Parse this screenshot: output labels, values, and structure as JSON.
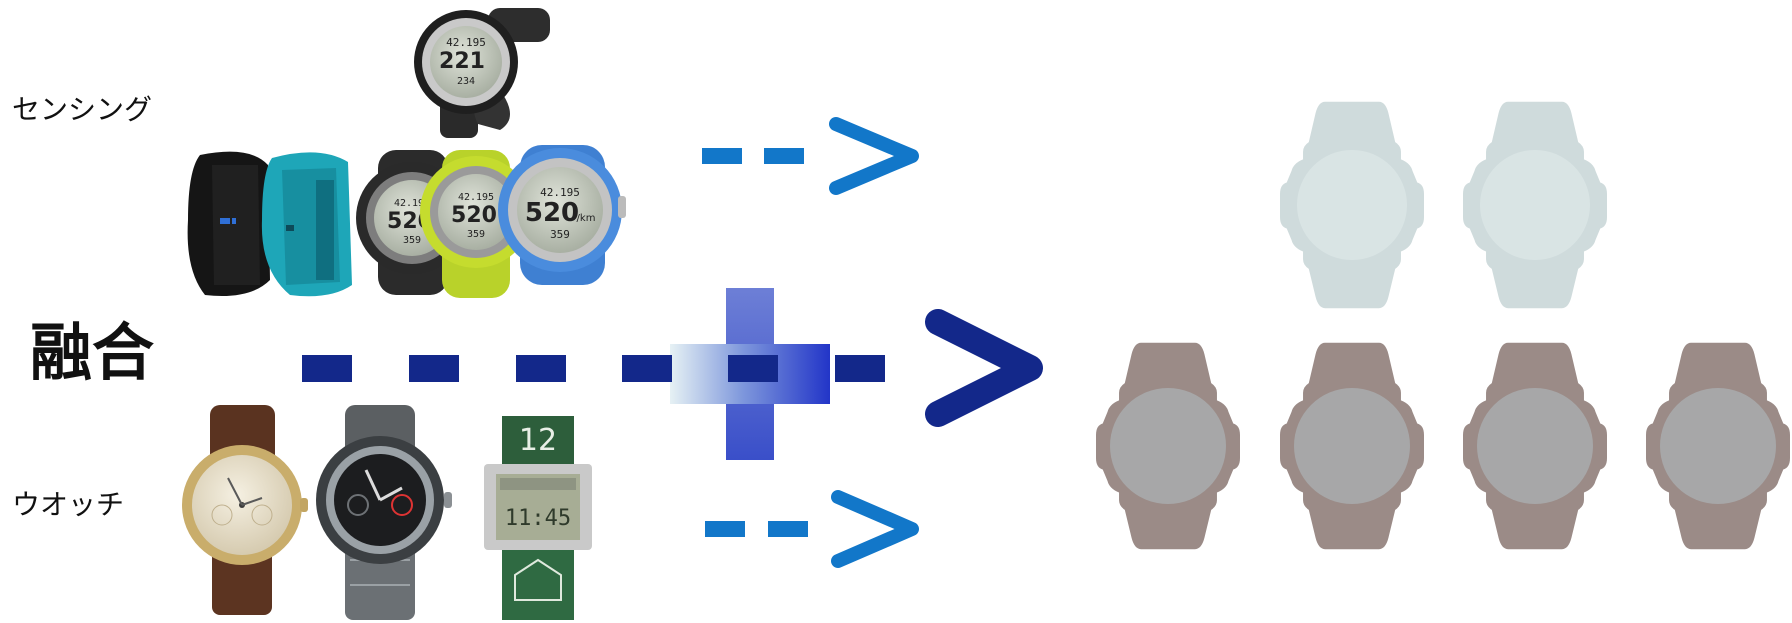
{
  "labels": {
    "sensing": "センシング",
    "fusion": "融合",
    "watch": "ウオッチ"
  },
  "watch_faces": {
    "top_watch_lines": [
      "42.195",
      "221",
      "234"
    ],
    "runner_watch_lines": [
      "42.195",
      "520",
      "359"
    ],
    "runner_watch_unit": "/km",
    "digital_watch_number": "12",
    "digital_watch_time": "11:45"
  },
  "colors": {
    "arrow_dark": "#13288a",
    "arrow_blue": "#1277c9",
    "plus_blue": "#2a3fd0",
    "silhouette_light": "#cfdbdc",
    "silhouette_dark": "#9b8b87",
    "silhouette_face": "#a7a7a8"
  },
  "icons": {
    "sensing_arrow": "dashed-arrow-right-icon",
    "fusion_arrow": "dashed-arrow-right-icon",
    "plus": "plus-icon",
    "future_watch": "watch-silhouette-icon"
  }
}
